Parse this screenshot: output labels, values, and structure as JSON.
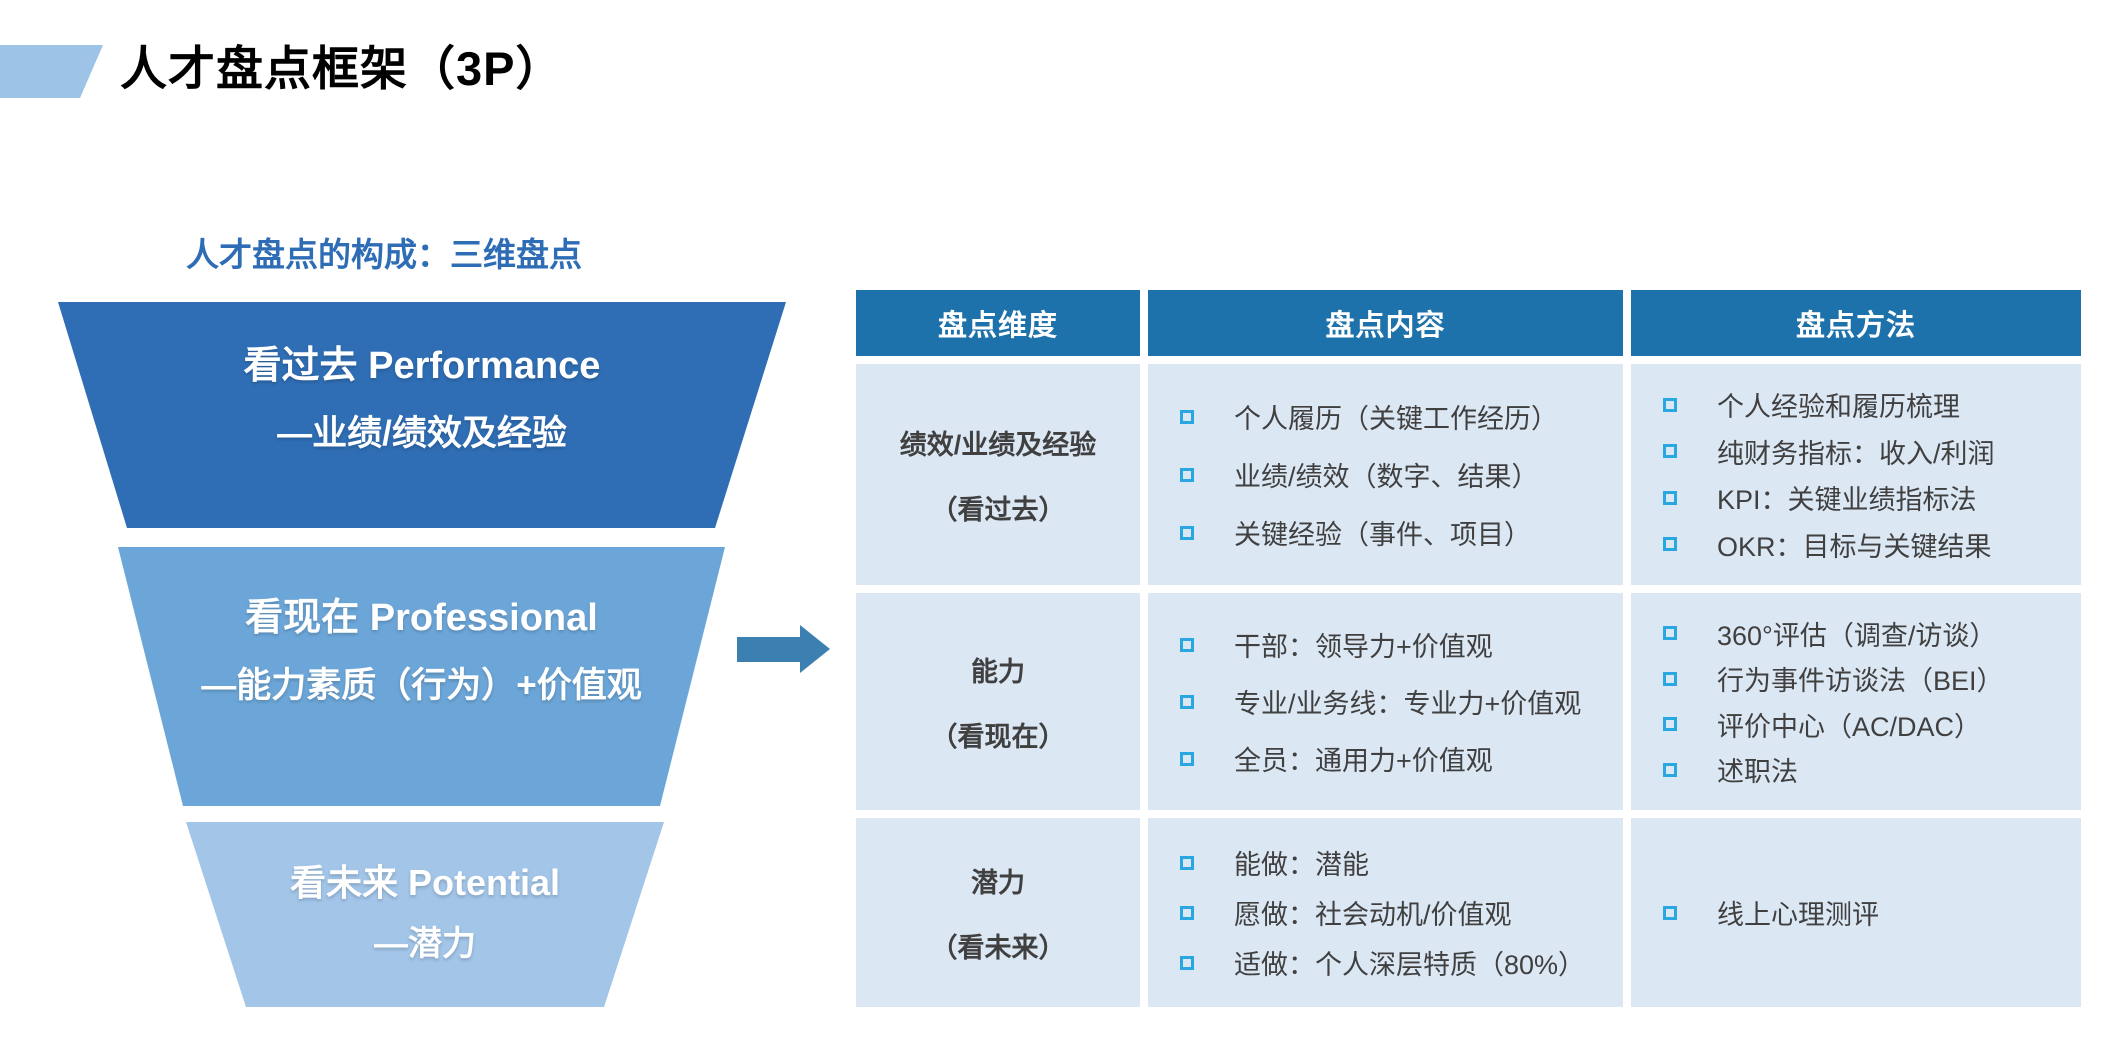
{
  "page": {
    "title": "人才盘点框架（3P）",
    "subtitle": "人才盘点的构成：三维盘点"
  },
  "funnel": {
    "levels": [
      {
        "line1": "看过去 Performance",
        "line2": "—业绩/绩效及经验",
        "color": "#2F6EB5"
      },
      {
        "line1": "看现在 Professional",
        "line2": "—能力素质（行为）+价值观",
        "color": "#6CA6D8"
      },
      {
        "line1": "看未来 Potential",
        "line2": "—潜力",
        "color": "#A2C5E8"
      }
    ]
  },
  "arrow": {
    "direction": "right",
    "color": "#3C80B1"
  },
  "table": {
    "headers": [
      "盘点维度",
      "盘点内容",
      "盘点方法"
    ],
    "rows": [
      {
        "dimension_line1": "绩效/业绩及经验",
        "dimension_line2": "（看过去）",
        "content": [
          "个人履历（关键工作经历）",
          "业绩/绩效（数字、结果）",
          "关键经验（事件、项目）"
        ],
        "methods": [
          "个人经验和履历梳理",
          "纯财务指标：收入/利润",
          "KPI：关键业绩指标法",
          "OKR：目标与关键结果"
        ]
      },
      {
        "dimension_line1": "能力",
        "dimension_line2": "（看现在）",
        "content": [
          "干部：领导力+价值观",
          "专业/业务线：专业力+价值观",
          "全员：通用力+价值观"
        ],
        "methods": [
          "360°评估（调查/访谈）",
          "行为事件访谈法（BEI）",
          "评价中心（AC/DAC）",
          "述职法"
        ]
      },
      {
        "dimension_line1": "潜力",
        "dimension_line2": "（看未来）",
        "content": [
          "能做：潜能",
          "愿做：社会动机/价值观",
          "适做：个人深层特质（80%）"
        ],
        "methods": [
          "线上心理测评"
        ]
      }
    ]
  },
  "icons": {
    "bullet": "hollow-square-icon",
    "arrow": "right-arrow-icon",
    "title_decoration": "parallelogram"
  },
  "colors": {
    "title_text": "#000000",
    "subtitle_text": "#2E6DB5",
    "title_decoration": "#9DC3E6",
    "funnel_level_1": "#2F6EB5",
    "funnel_level_2": "#6CA6D8",
    "funnel_level_3": "#A2C5E8",
    "arrow": "#3C80B1",
    "table_header_bg": "#1E72AB",
    "table_header_text": "#FFFFFF",
    "table_cell_bg": "#DCE7F4",
    "table_cell_text": "#404040",
    "bullet_border": "#29A7E0"
  }
}
